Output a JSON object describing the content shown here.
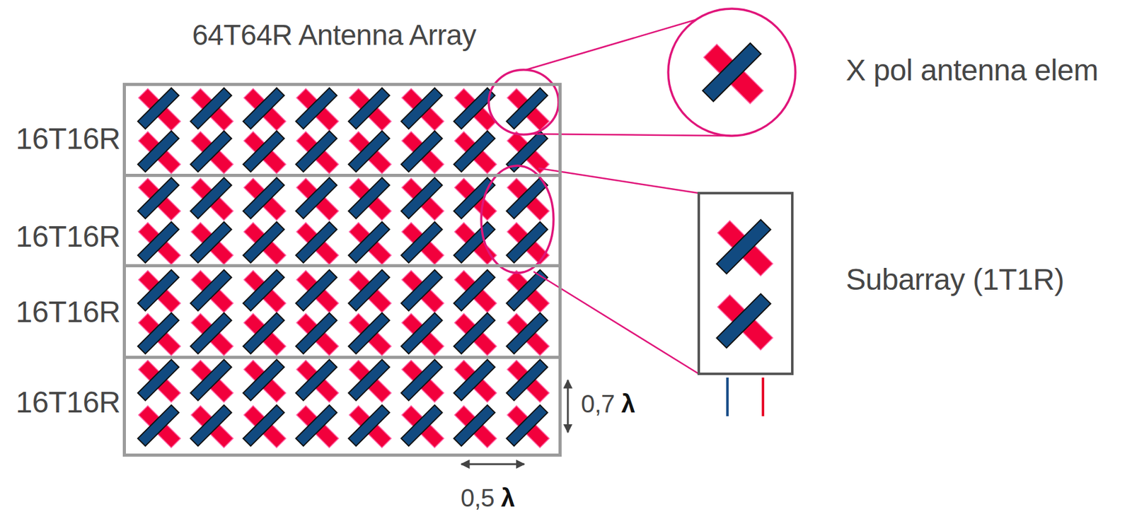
{
  "diagram": {
    "nodes": [
      {
        "text": [
          "64T64R Antenna Array"
        ]
      },
      {
        "text": [
          "16T16R"
        ],
        "in": 0
      },
      {
        "text": [
          "16T16R"
        ],
        "in": 0
      },
      {
        "text": [
          "16T16R"
        ],
        "in": 0
      },
      {
        "text": [
          "16T16R"
        ],
        "in": 0
      }
    ],
    "edges": [],
    "labels": [
      "X pol antenna elem",
      "Subarray (1T1R)",
      "0,7 λ",
      "0,5 λ"
    ]
  }
}
